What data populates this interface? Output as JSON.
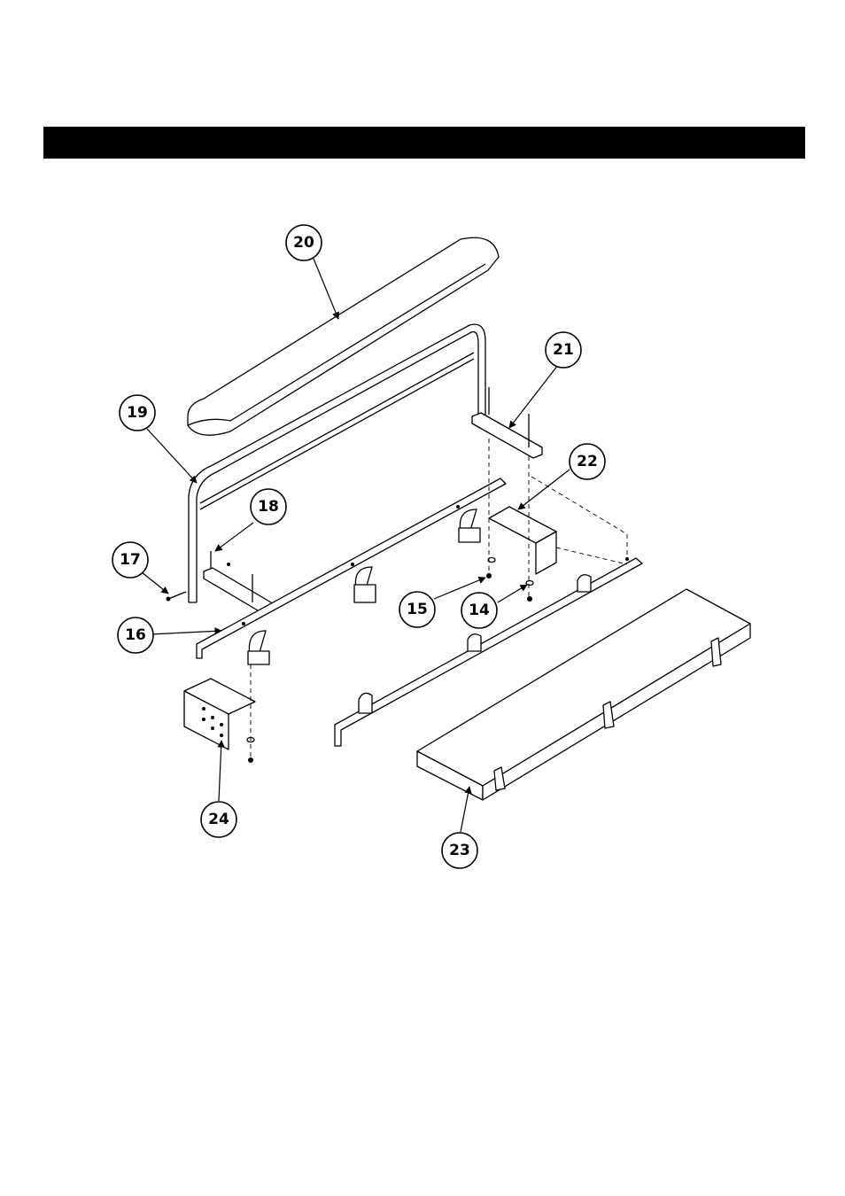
{
  "header": {
    "title": ""
  },
  "callouts": [
    {
      "id": "c14",
      "label": "14"
    },
    {
      "id": "c15",
      "label": "15"
    },
    {
      "id": "c16",
      "label": "16"
    },
    {
      "id": "c17",
      "label": "17"
    },
    {
      "id": "c18",
      "label": "18"
    },
    {
      "id": "c19",
      "label": "19"
    },
    {
      "id": "c20",
      "label": "20"
    },
    {
      "id": "c21",
      "label": "21"
    },
    {
      "id": "c22",
      "label": "22"
    },
    {
      "id": "c23",
      "label": "23"
    },
    {
      "id": "c24",
      "label": "24"
    }
  ]
}
